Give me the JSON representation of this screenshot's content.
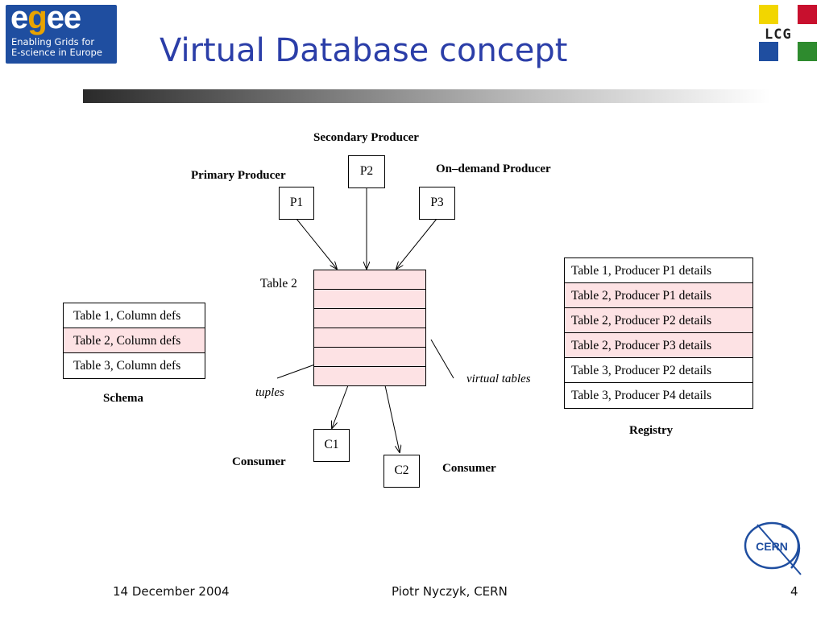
{
  "header": {
    "title": "Virtual Database concept",
    "egee_logo": {
      "brand": "egee",
      "tagline_1": "Enabling Grids for",
      "tagline_2": "E-science in Europe"
    },
    "lcg_logo": {
      "text": "LCG",
      "colors": [
        "#f2d600",
        "#c8102e",
        "#1f4ea0",
        "#2e8b2e"
      ]
    }
  },
  "diagram": {
    "producers": {
      "secondary_label": "Secondary Producer",
      "primary_label": "Primary Producer",
      "ondemand_label": "On–demand Producer",
      "p1": "P1",
      "p2": "P2",
      "p3": "P3"
    },
    "table2_label": "Table 2",
    "tuples_label": "tuples",
    "virtual_tables_label": "virtual tables",
    "schema": {
      "rows": [
        "Table 1, Column defs",
        "Table 2, Column defs",
        "Table 3, Column defs"
      ],
      "label": "Schema"
    },
    "registry": {
      "rows": [
        "Table 1, Producer P1 details",
        "Table 2, Producer P1 details",
        "Table 2, Producer P2 details",
        "Table 2, Producer P3 details",
        "Table 3, Producer P2 details",
        "Table 3, Producer P4 details"
      ],
      "label": "Registry"
    },
    "consumers": {
      "c1": "C1",
      "c2": "C2",
      "c1_label": "Consumer",
      "c2_label": "Consumer"
    },
    "highlight_color": "#fde2e4"
  },
  "footer": {
    "date": "14 December 2004",
    "author": "Piotr Nyczyk, CERN",
    "page": "4",
    "cern_logo_text": "CERN"
  }
}
